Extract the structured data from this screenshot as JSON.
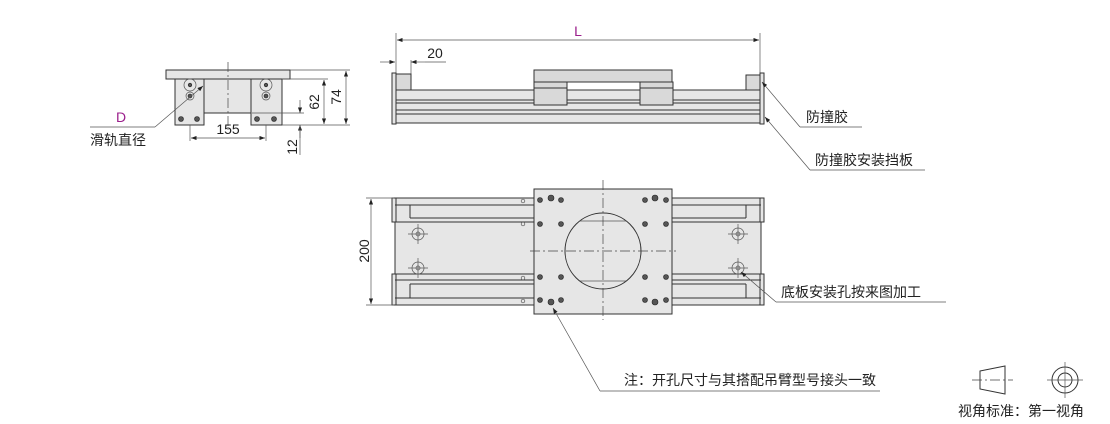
{
  "end_view": {
    "label_d": "D",
    "label_rail_diameter": "滑轨直径",
    "dim_155": "155",
    "dim_62": "62",
    "dim_74": "74",
    "dim_12": "12"
  },
  "side_view": {
    "label_length": "L",
    "dim_20": "20",
    "callout_bumper": "防撞胶",
    "callout_bumper_plate": "防撞胶安装挡板"
  },
  "top_view": {
    "dim_200": "200",
    "callout_mount_holes": "底板安装孔按来图加工",
    "note": "注：开孔尺寸与其搭配吊臂型号接头一致"
  },
  "projection": {
    "label": "视角标准：第一视角"
  },
  "colors": {
    "accent": "#9b1f8c",
    "line": "#333333",
    "fill": "#e6e6e6"
  }
}
